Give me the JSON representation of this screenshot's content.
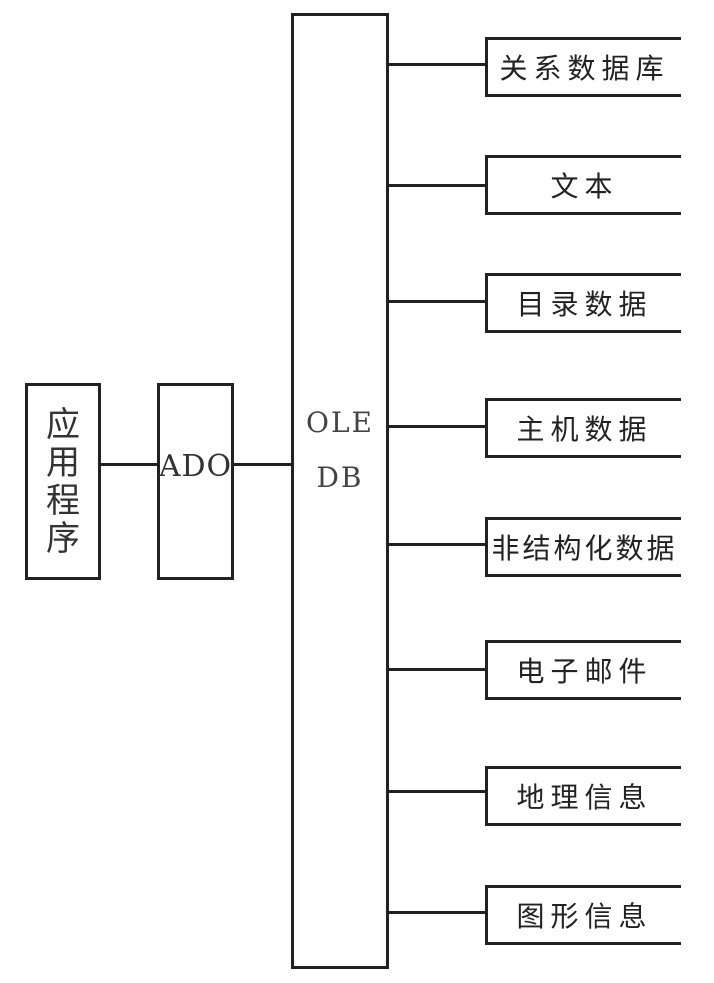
{
  "diagram": {
    "application": "应用程序",
    "ado": "ADO",
    "oledb": [
      "OLE",
      "DB"
    ],
    "sources": [
      "关系数据库",
      "文本",
      "目录数据",
      "主机数据",
      "非结构化数据",
      "电子邮件",
      "地理信息",
      "图形信息"
    ]
  }
}
